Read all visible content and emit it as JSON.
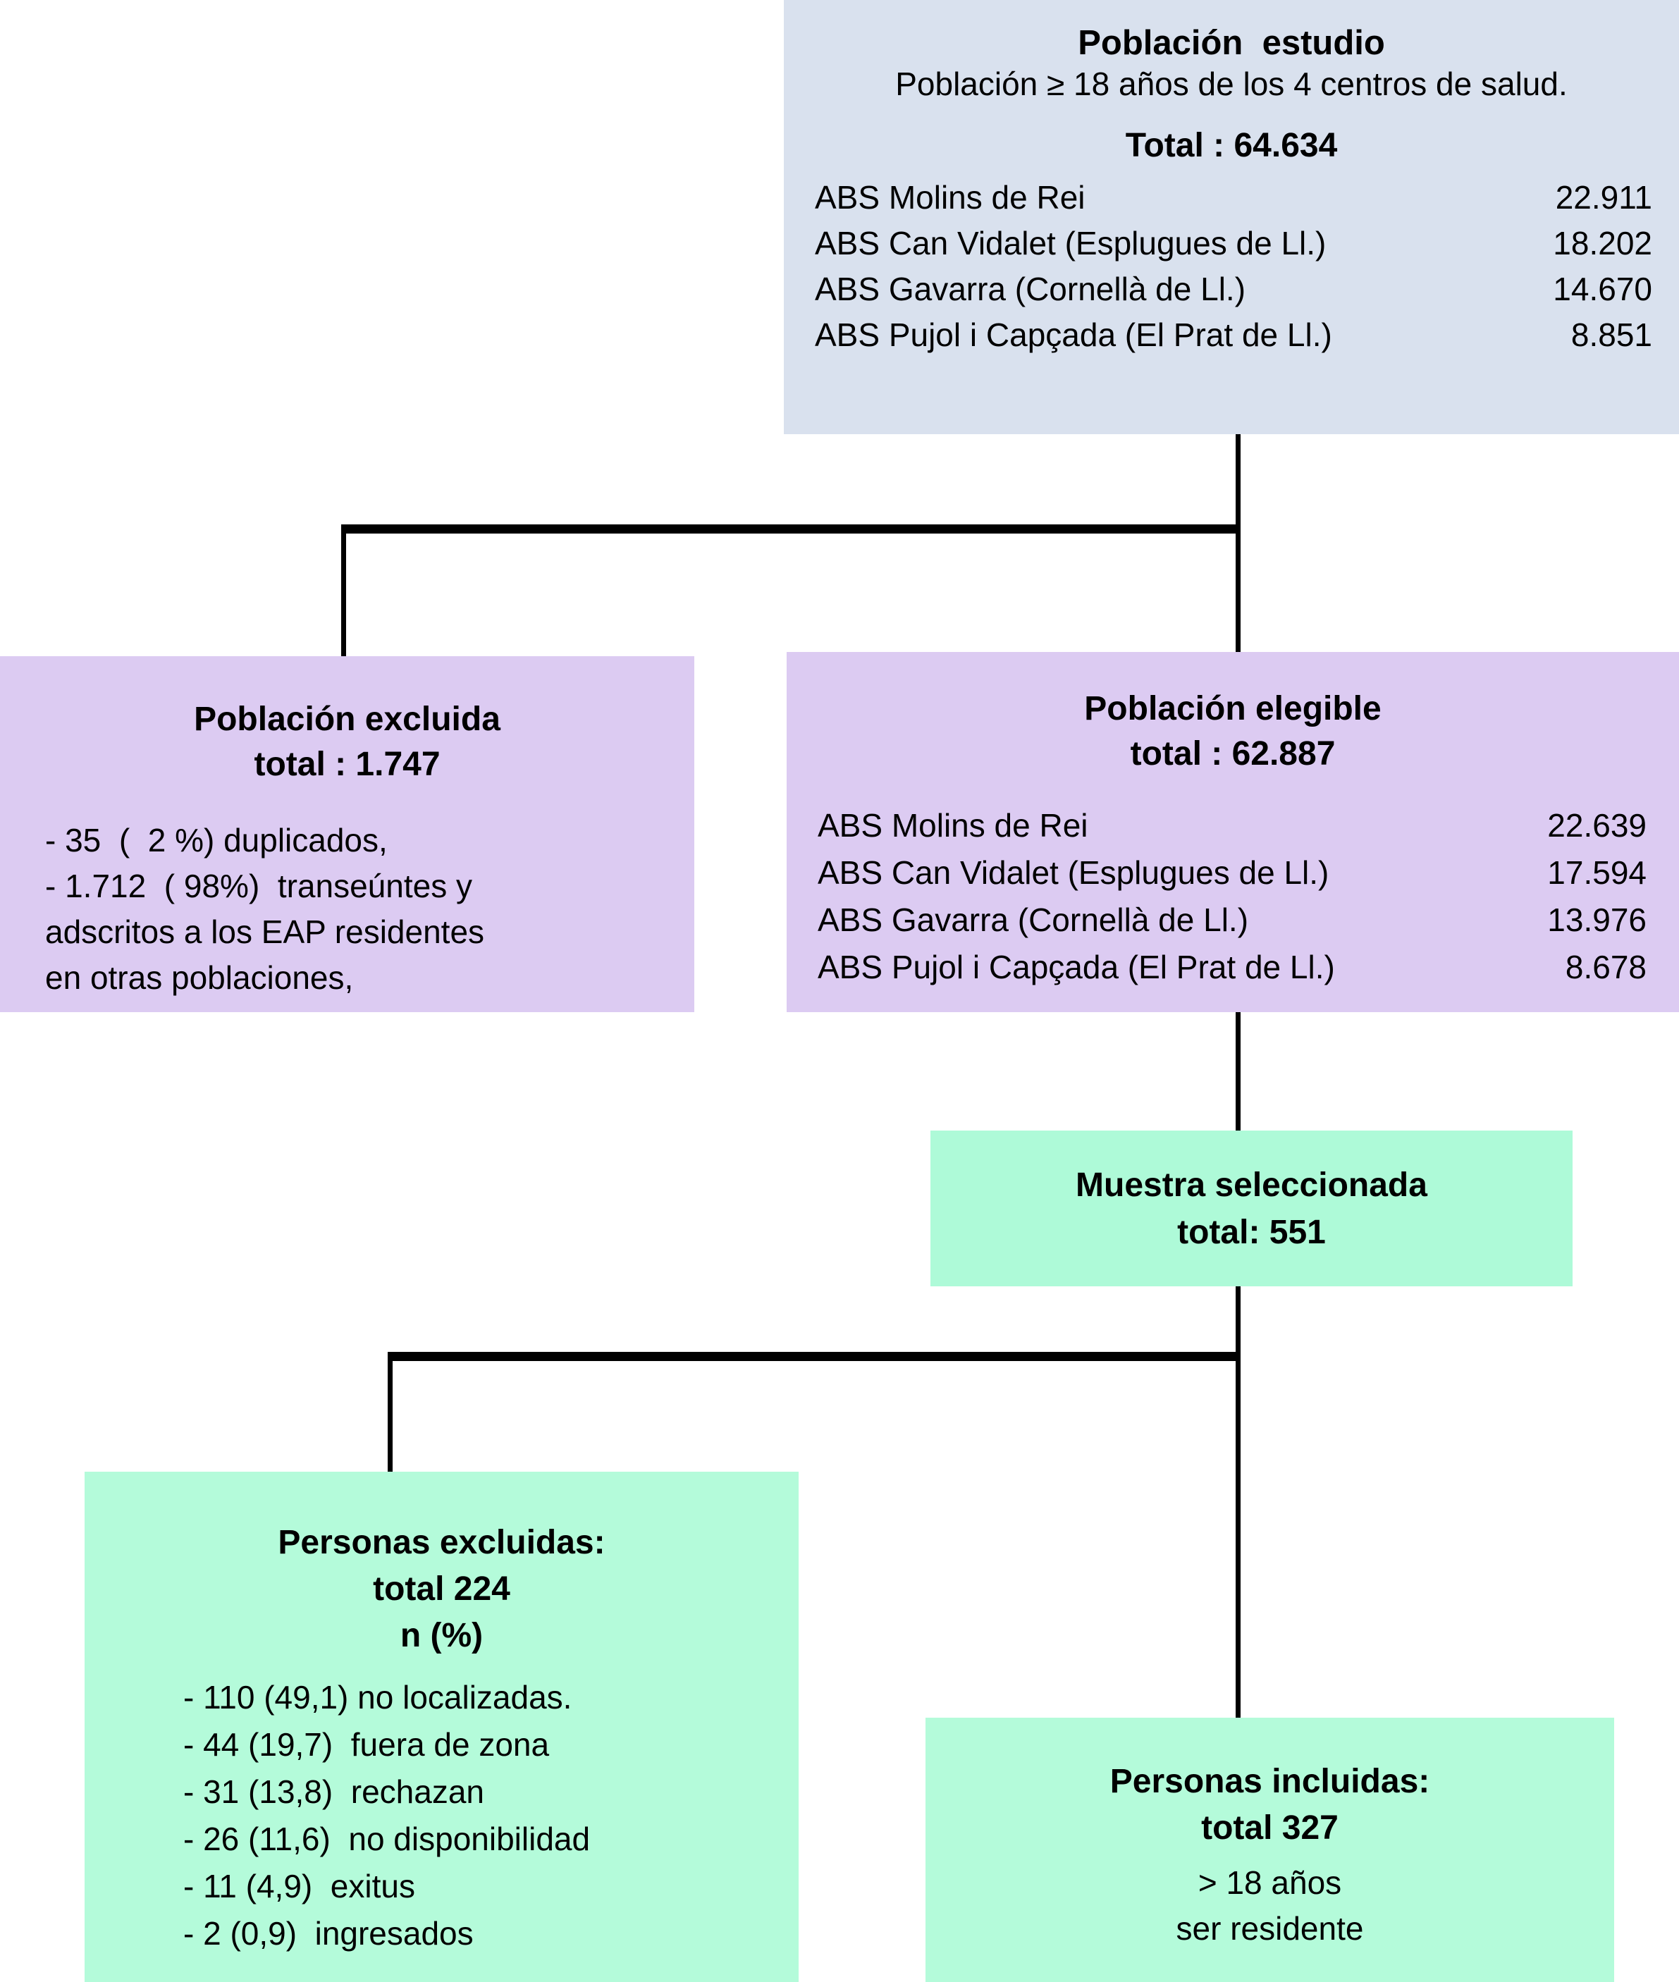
{
  "colors": {
    "study_box_fill": "#d9e1ee",
    "population_box_fill": "#dccbf2",
    "sample_box_fill": "#aefad8",
    "persons_box_fill": "#b4fbda",
    "connector_line": "#000000",
    "text": "#000000",
    "background": "#ffffff"
  },
  "estudio": {
    "title": "Población  estudio",
    "subtitle": "Población ≥ 18 años de los 4 centros de salud.",
    "total": "Total : 64.634",
    "rows": [
      {
        "name": "ABS Molins de Rei",
        "value": "22.911"
      },
      {
        "name": "ABS Can Vidalet (Esplugues de Ll.)",
        "value": "18.202"
      },
      {
        "name": "ABS Gavarra (Cornellà de Ll.)",
        "value": "14.670"
      },
      {
        "name": "ABS Pujol i Capçada (El Prat de Ll.)",
        "value": "8.851"
      }
    ]
  },
  "excluida": {
    "title": "Población excluida",
    "total": "total : 1.747",
    "lines": "- 35  (  2 %) duplicados,\n- 1.712  ( 98%)  transeúntes y\nadscritos a los EAP residentes\nen otras poblaciones,"
  },
  "elegible": {
    "title": "Población elegible",
    "total": "total : 62.887",
    "rows": [
      {
        "name": "ABS Molins de Rei",
        "value": "22.639"
      },
      {
        "name": "ABS Can Vidalet (Esplugues de Ll.)",
        "value": "17.594"
      },
      {
        "name": "ABS Gavarra (Cornellà de Ll.)",
        "value": "13.976"
      },
      {
        "name": "ABS Pujol i Capçada (El Prat de Ll.)",
        "value": "8.678"
      }
    ]
  },
  "muestra": {
    "title": "Muestra seleccionada",
    "total": "total: 551"
  },
  "personas_excluidas": {
    "title": "Personas excluidas:",
    "total": "total 224",
    "n_label": "n (%)",
    "lines": "- 110 (49,1) no localizadas.\n- 44 (19,7)  fuera de zona\n- 31 (13,8)  rechazan\n- 26 (11,6)  no disponibilidad\n- 11 (4,9)  exitus\n- 2 (0,9)  ingresados"
  },
  "personas_incluidas": {
    "title": "Personas incluidas:",
    "total": "total 327",
    "criteria": "> 18 años\nser residente"
  }
}
